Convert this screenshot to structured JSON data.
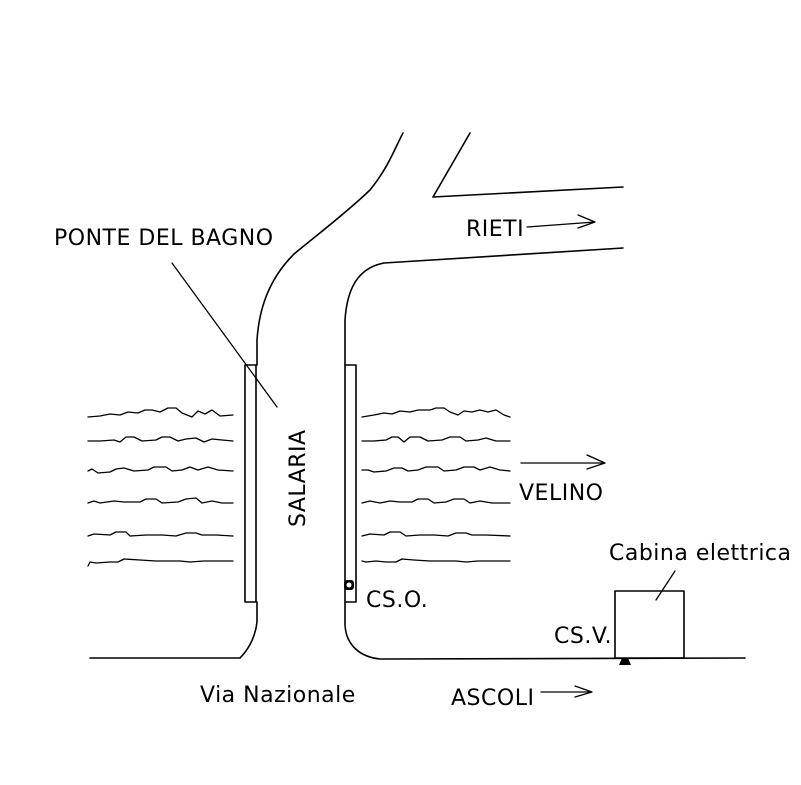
{
  "labels": {
    "ponte_del_bagno": "PONTE DEL BAGNO",
    "rieti": "RIETI",
    "salaria": "SALARIA",
    "velino": "VELINO",
    "cabina_elettrica": "Cabina elettrica",
    "cso": "CS.O.",
    "csv": "CS.V.",
    "via_nazionale": "Via Nazionale",
    "ascoli": "ASCOLI"
  }
}
